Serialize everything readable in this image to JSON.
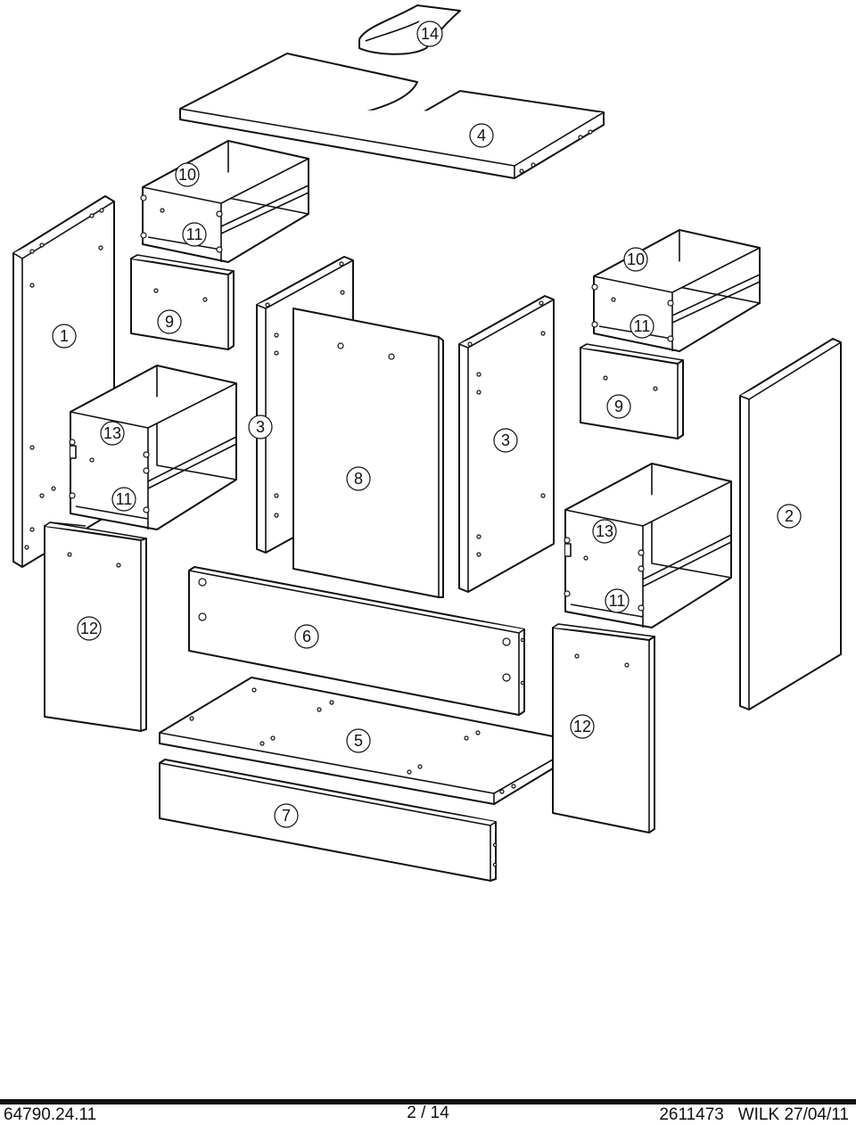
{
  "parts": [
    {
      "id": "1",
      "label": "1"
    },
    {
      "id": "2",
      "label": "2"
    },
    {
      "id": "3a",
      "label": "3"
    },
    {
      "id": "3b",
      "label": "3"
    },
    {
      "id": "4",
      "label": "4"
    },
    {
      "id": "5",
      "label": "5"
    },
    {
      "id": "6",
      "label": "6"
    },
    {
      "id": "7",
      "label": "7"
    },
    {
      "id": "8",
      "label": "8"
    },
    {
      "id": "9a",
      "label": "9"
    },
    {
      "id": "9b",
      "label": "9"
    },
    {
      "id": "10a",
      "label": "10"
    },
    {
      "id": "10b",
      "label": "10"
    },
    {
      "id": "11a",
      "label": "11"
    },
    {
      "id": "11b",
      "label": "11"
    },
    {
      "id": "11c",
      "label": "11"
    },
    {
      "id": "11d",
      "label": "11"
    },
    {
      "id": "12a",
      "label": "12"
    },
    {
      "id": "12b",
      "label": "12"
    },
    {
      "id": "13a",
      "label": "13"
    },
    {
      "id": "13b",
      "label": "13"
    },
    {
      "id": "14",
      "label": "14"
    }
  ],
  "footer": {
    "left": "64790.24.11",
    "center": "2 / 14",
    "right": "2611473   WILK 27/04/11"
  }
}
